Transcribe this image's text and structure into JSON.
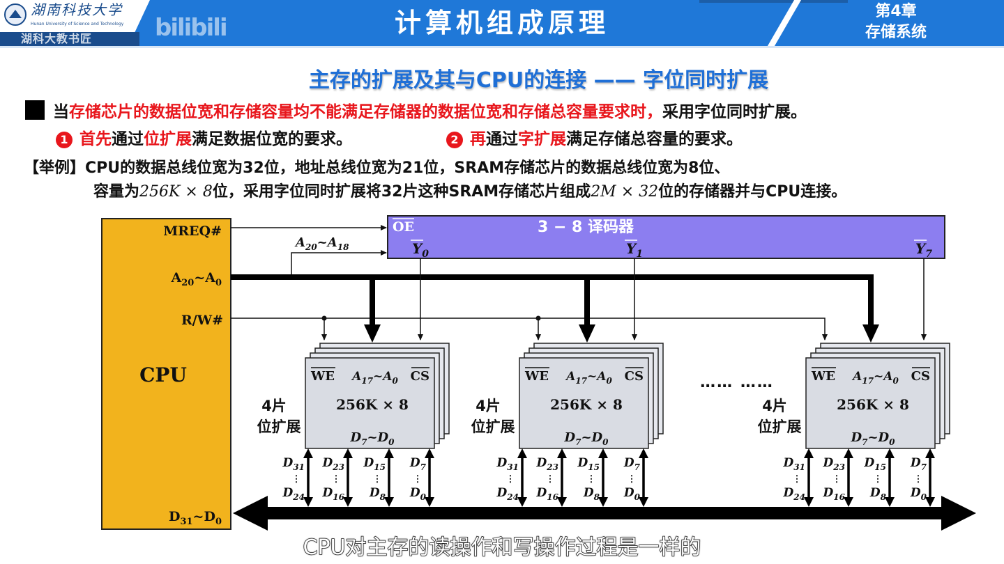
{
  "header": {
    "university_name": "湖南科技大学",
    "university_en": "Hunan University of Science and Technology",
    "watermark": "湖科大教书匠",
    "platform_watermark": "bilibili",
    "course_title": "计算机组成原理",
    "chapter": "第4章",
    "chapter_name": "存储系统",
    "colors": {
      "header_blue": "#1f78d8",
      "dark_blue": "#1a4c8c"
    }
  },
  "slide": {
    "title": "主存的扩展及其与CPU的连接 —— 字位同时扩展",
    "point1": {
      "prefix": "当",
      "red": "存储芯片的数据位宽和存储容量均不能满足存储器的数据位宽和存储总容量要求时，",
      "suffix": "采用字位同时扩展。"
    },
    "step1": {
      "number": "1",
      "red1": "首先",
      "text1": "通过",
      "red2": "位扩展",
      "text2": "满足数据位宽的要求。"
    },
    "step2": {
      "number": "2",
      "red1": "再",
      "text1": "通过",
      "red2": "字扩展",
      "text2": "满足存储总容量的要求。"
    },
    "example": {
      "label": "【举例】",
      "line1": "CPU的数据总线位宽为32位，地址总线位宽为21位，SRAM存储芯片的数据总线位宽为8位、",
      "line2_a": "容量为",
      "line2_math1": "256K × 8",
      "line2_b": "位，采用字位同时扩展将32片这种SRAM存储芯片组成",
      "line2_math2": "2M × 32",
      "line2_c": "位的存储器并与CPU连接。"
    },
    "colors": {
      "title_blue": "#1f6fd6",
      "emphasis_red": "#e8161c"
    }
  },
  "diagram": {
    "cpu": {
      "label": "CPU",
      "pins": {
        "mreq": "MREQ#",
        "addr": "A20~A0",
        "rw": "R/W#",
        "data": "D31~D0"
      },
      "color": "#f2b31d"
    },
    "addr_branch_label": "A20~A18",
    "decoder": {
      "label": "3 − 8 译码器",
      "enable": "OE",
      "outputs": [
        "Y0",
        "Y1",
        "Y7"
      ],
      "color": "#8c7ef0"
    },
    "chip_groups": [
      {
        "group_label_1": "4片",
        "group_label_2": "位扩展",
        "we": "WE",
        "addr": "A17~A0",
        "cs": "CS",
        "capacity": "256K × 8",
        "data": "D7~D0",
        "data_lines": [
          {
            "top": "D31",
            "bottom": "D24"
          },
          {
            "top": "D23",
            "bottom": "D16"
          },
          {
            "top": "D15",
            "bottom": "D8"
          },
          {
            "top": "D7",
            "bottom": "D0"
          }
        ]
      },
      {
        "group_label_1": "4片",
        "group_label_2": "位扩展",
        "we": "WE",
        "addr": "A17~A0",
        "cs": "CS",
        "capacity": "256K × 8",
        "data": "D7~D0",
        "data_lines": [
          {
            "top": "D31",
            "bottom": "D24"
          },
          {
            "top": "D23",
            "bottom": "D16"
          },
          {
            "top": "D15",
            "bottom": "D8"
          },
          {
            "top": "D7",
            "bottom": "D0"
          }
        ]
      },
      {
        "group_label_1": "4片",
        "group_label_2": "位扩展",
        "we": "WE",
        "addr": "A17~A0",
        "cs": "CS",
        "capacity": "256K × 8",
        "data": "D7~D0",
        "data_lines": [
          {
            "top": "D31",
            "bottom": "D24"
          },
          {
            "top": "D23",
            "bottom": "D16"
          },
          {
            "top": "D15",
            "bottom": "D8"
          },
          {
            "top": "D7",
            "bottom": "D0"
          }
        ]
      }
    ],
    "ellipsis": "…… ……",
    "chip_color": "#d9dce3"
  },
  "subtitle": "CPU对主存的读操作和写操作过程是一样的"
}
